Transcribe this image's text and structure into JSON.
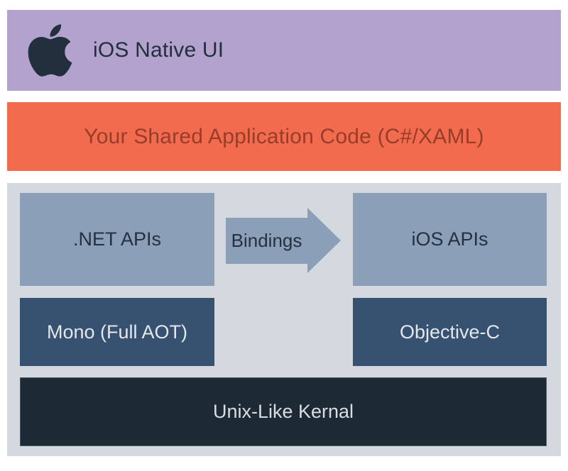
{
  "layers": {
    "native_ui": {
      "label": "iOS Native UI",
      "icon": "apple-logo-icon",
      "bg": "#b4a2ce",
      "text_color": "#222f3d"
    },
    "shared_code": {
      "label": "Your Shared Application Code (C#/XAML)",
      "bg": "#f26b4e",
      "text_color": "#963e28"
    },
    "runtime": {
      "bg": "#d3d9df"
    }
  },
  "boxes": {
    "net_apis": {
      "label": ".NET APIs",
      "bg": "#8b9fb8",
      "text_color": "#243140"
    },
    "bindings": {
      "label": "Bindings",
      "bg": "#8b9fb8",
      "text_color": "#243140"
    },
    "ios_apis": {
      "label": "iOS APIs",
      "bg": "#8b9fb8",
      "text_color": "#243140"
    },
    "mono": {
      "label": "Mono (Full AOT)",
      "bg": "#365270",
      "text_color": "#e3e7ea"
    },
    "objective_c": {
      "label": "Objective-C",
      "bg": "#365270",
      "text_color": "#e3e7ea"
    },
    "unix_kernel": {
      "label": "Unix-Like Kernal",
      "bg": "#1d2a36",
      "text_color": "#d9dde1"
    }
  }
}
